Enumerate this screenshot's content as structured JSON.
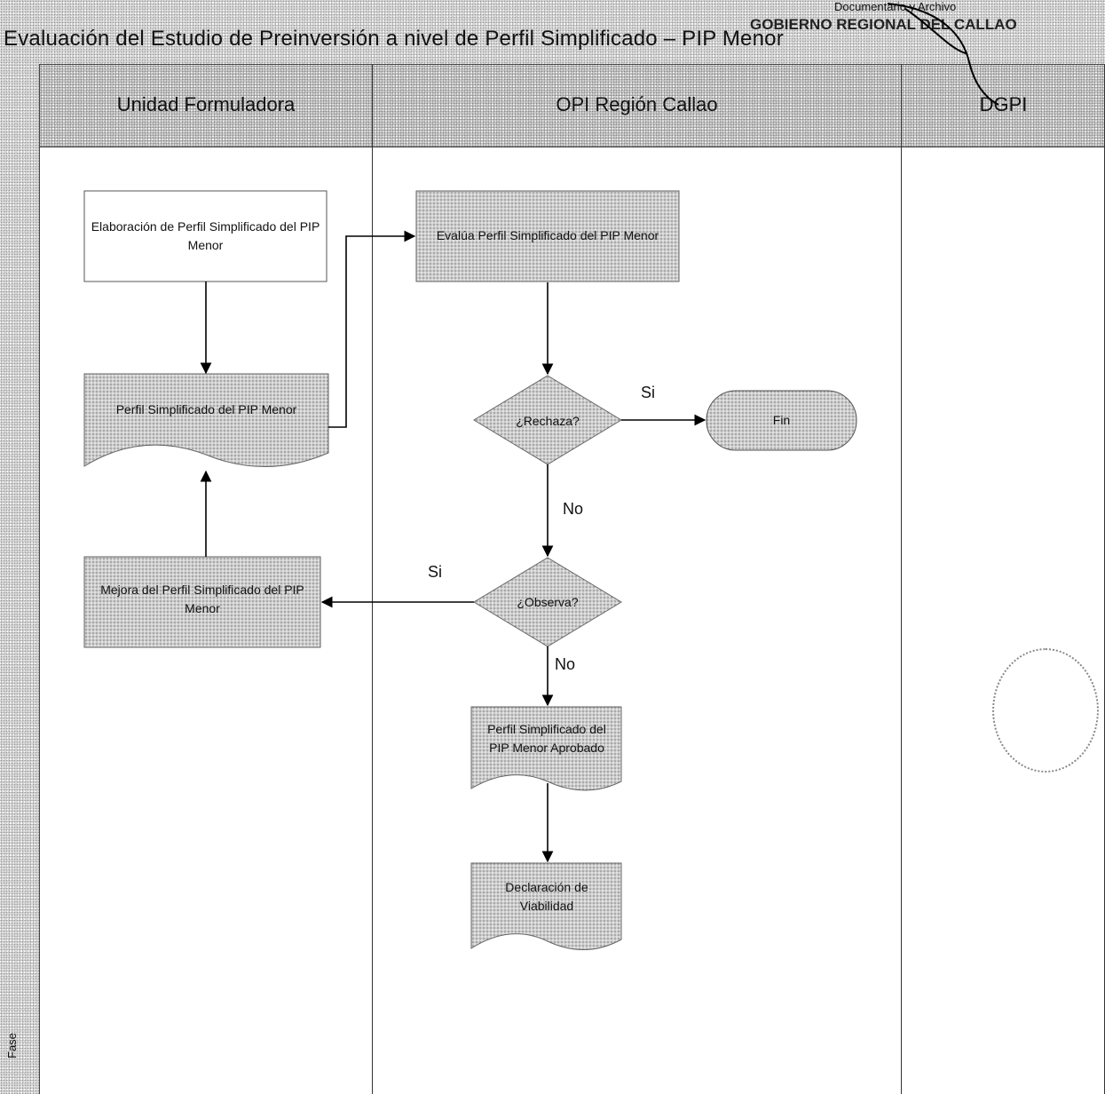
{
  "header": {
    "title": "Evaluación del Estudio de Preinversión a nivel de Perfil Simplificado – PIP Menor",
    "top_note": "Documentario y Archivo",
    "stamp": "GOBIERNO REGIONAL DEL CALLAO"
  },
  "margin": {
    "label": "Fase"
  },
  "lanes": [
    {
      "label": "Unidad Formuladora"
    },
    {
      "label": "OPI Región Callao"
    },
    {
      "label": "DGPI"
    }
  ],
  "nodes": {
    "elaboracion": "Elaboración de Perfil Simplificado del PIP Menor",
    "perfil_doc": "Perfil Simplificado del PIP Menor",
    "mejora": "Mejora del Perfil Simplificado del PIP Menor",
    "evalua": "Evalúa Perfil Simplificado del PIP Menor",
    "rechaza": "¿Rechaza?",
    "fin": "Fin",
    "observa": "¿Observa?",
    "aprobado": "Perfil Simplificado del PIP Menor Aprobado",
    "declaracion": "Declaración de Viabilidad"
  },
  "edges": {
    "rechaza_si": "Si",
    "rechaza_no": "No",
    "observa_si": "Si",
    "observa_no": "No"
  },
  "colors": {
    "shape_fill": "#cfcfcf",
    "line": "#000000"
  }
}
